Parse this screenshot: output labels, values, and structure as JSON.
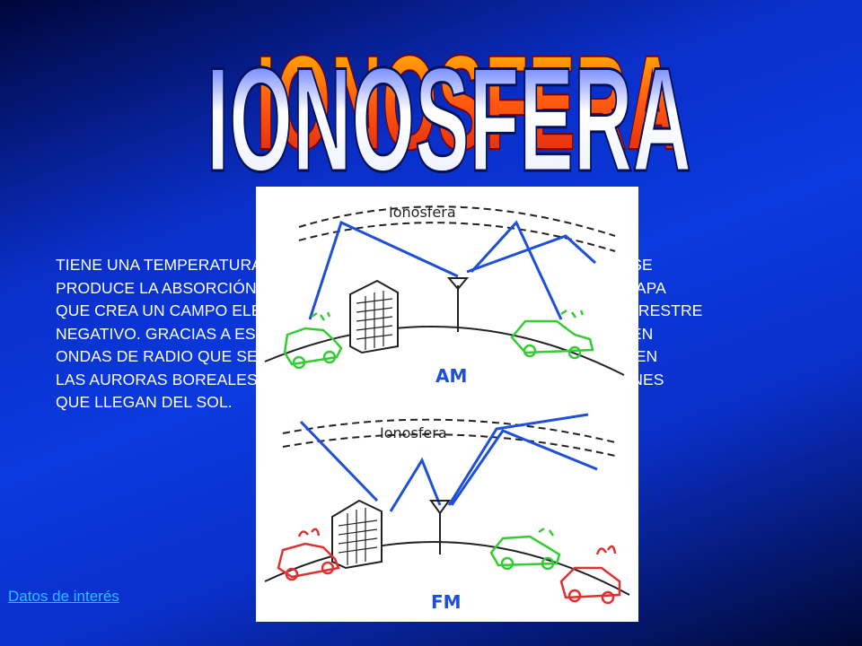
{
  "title": "IONOSFERA",
  "body_lines": [
    "TIENE UNA TEMPERATURA QUE AUMENTA CON LA ALTURA. EN ESTA CAPA SE",
    "PRODUCE LA ABSORCIÓN DE LOS RAYOS X Y ULTRAVIOLETA. TIENE UNA CAPA",
    "QUE CREA UN CAMPO ELÉCTRICO POSITIVO Y EL CAMPO TERRESTRE TERRESTRE",
    "NEGATIVO. GRACIAS A ESTE FENÓMENO A TRAVÉS DE ELLA SE TRANSMITEN",
    "ONDAS DE RADIO QUE SE REFLEJAN. TAMBIÉN EN ESTA CAPA SE PRODUCEN",
    "LAS AURORAS BOREALES POR LOS IMPACTOS DE PROTONES Y ELECTRONES",
    "QUE LLEGAN DEL SOL."
  ],
  "link_label": "Datos de interés",
  "diagram": {
    "top_layer_label": "Ionosfera",
    "top_band_label": "AM",
    "bottom_layer_label": "Ionosfera",
    "bottom_band_label": "FM"
  },
  "colors": {
    "wave_blue": "#1e4fd8",
    "car_green": "#33cc33",
    "car_red": "#e03030",
    "title_front": "#eef0ff",
    "title_shadow": "#ee3a1a",
    "link": "#2fc0ff"
  }
}
